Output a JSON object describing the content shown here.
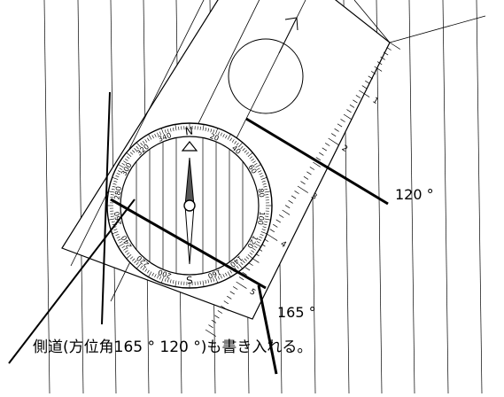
{
  "annotations": {
    "bearing_a": "120 °",
    "bearing_b": "165 °",
    "caption": "側道(方位角165 ° 120 °)も書き入れる。"
  },
  "compass": {
    "north_letter": "N",
    "south_letter": "S",
    "dial_labels": [
      "20",
      "40",
      "60",
      "80",
      "100",
      "120",
      "140",
      "160",
      "200",
      "220",
      "240",
      "260",
      "280",
      "300",
      "320",
      "340"
    ],
    "ruler_numbers": [
      "1",
      "2",
      "3",
      "4",
      "5"
    ]
  },
  "colors": {
    "stroke": "#000000",
    "background": "#ffffff"
  },
  "icons": {
    "direction_arrow": "up-arrow-icon"
  }
}
